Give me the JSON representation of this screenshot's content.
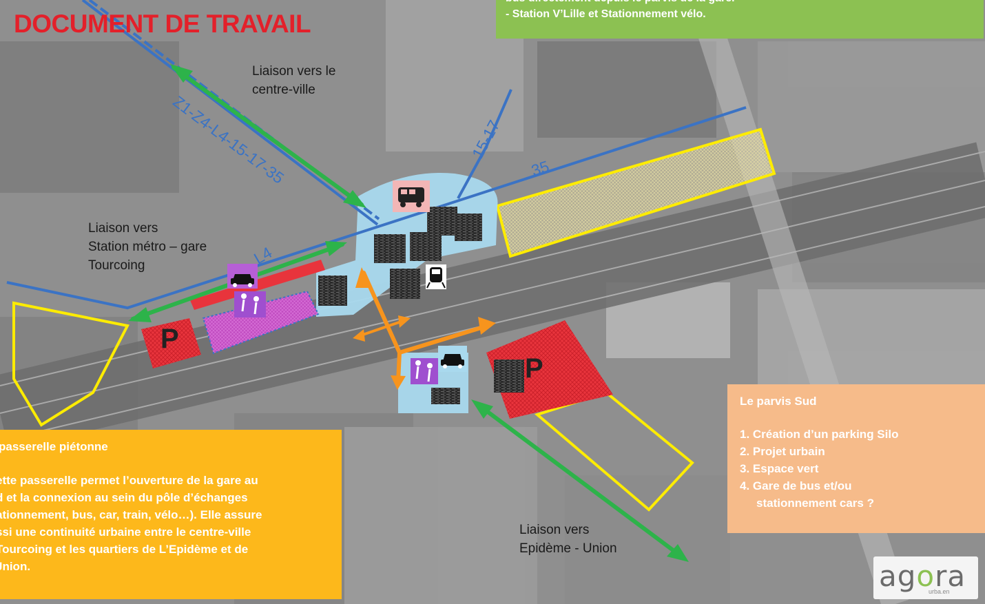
{
  "title": "DOCUMENT DE TRAVAIL",
  "top_box": {
    "lines": [
      "bus directement depuis le parvis de la gare.",
      "- Station V’Lille et Stationnement vélo."
    ]
  },
  "labels": {
    "centre_ville": [
      "Liaison vers le",
      "centre-ville"
    ],
    "metro": [
      "Liaison vers",
      "Station métro – gare",
      "Tourcoing"
    ],
    "epideme": [
      "Liaison vers",
      "Epidème - Union"
    ]
  },
  "routes": {
    "main": "Z1-Z4-L4-15-17-35",
    "r1517": "15-17",
    "r35": "35",
    "l4": "L4"
  },
  "parking_symbol": "P",
  "south_box": {
    "heading": "Le parvis Sud",
    "items": [
      "1. Création d’un parking Silo",
      "2. Projet urbain",
      "3. Espace vert",
      "4. Gare de bus et/ou",
      "stationnement cars ?"
    ]
  },
  "bridge_box": {
    "heading": "passerelle piétonne",
    "lines": [
      "ette passerelle permet l’ouverture de la gare au",
      "d et la connexion au sein du pôle d’échanges",
      "ationnement, bus, car, train, vélo…). Elle assure",
      "ssi une continuité urbaine entre le centre-ville",
      " Tourcoing et les quartiers de L’Epidème et de",
      "Jnion."
    ]
  },
  "logo": {
    "word_a": "ag",
    "word_o": "o",
    "word_b": "ra",
    "sub": "urba.en"
  },
  "colors": {
    "green_arrow": "#2db34a",
    "orange_arrow": "#f7941d",
    "blue_line": "#3b73c4",
    "yellow_outline": "#ffec00",
    "parking_red": "#e8343c",
    "station_zone": "#a9d9ee",
    "pink_zone": "#c75bc7"
  },
  "icons": [
    "bus-icon",
    "taxi-icon",
    "pedestrian-icon",
    "train-icon",
    "cyclist-icon"
  ]
}
